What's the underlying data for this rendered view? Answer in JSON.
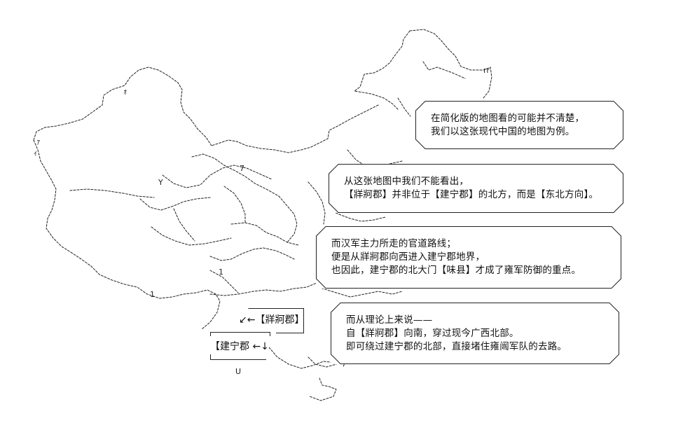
{
  "speech_boxes": [
    {
      "lines": [
        "在简化版的地图看的可能并不清楚，",
        "我们以这张现代中国的地图为例。"
      ]
    },
    {
      "lines": [
        "从这张地图中我们不能看出，",
        "【牂牁郡】并非位于【建宁郡】的北方，而是【东北方向】。"
      ]
    },
    {
      "lines": [
        "而汉军主力所走的官道路线；",
        "便是从牂牁郡向西进入建宁郡地界，",
        "也因此，建宁郡的北大门【味县】才成了雍军防御的重点。"
      ]
    },
    {
      "lines": [
        "而从理论上来说——",
        "自【牂牁郡】向南，穿过现今广西北部。",
        "即可绕过建宁郡的北部，直接堵住雍闿军队的去路。"
      ]
    }
  ],
  "map_labels": {
    "zangke": "↙←【牂牁郡】",
    "jianning": "【建宁郡 ←↓"
  },
  "colors": {
    "ink": "#111111",
    "background": "#ffffff"
  }
}
